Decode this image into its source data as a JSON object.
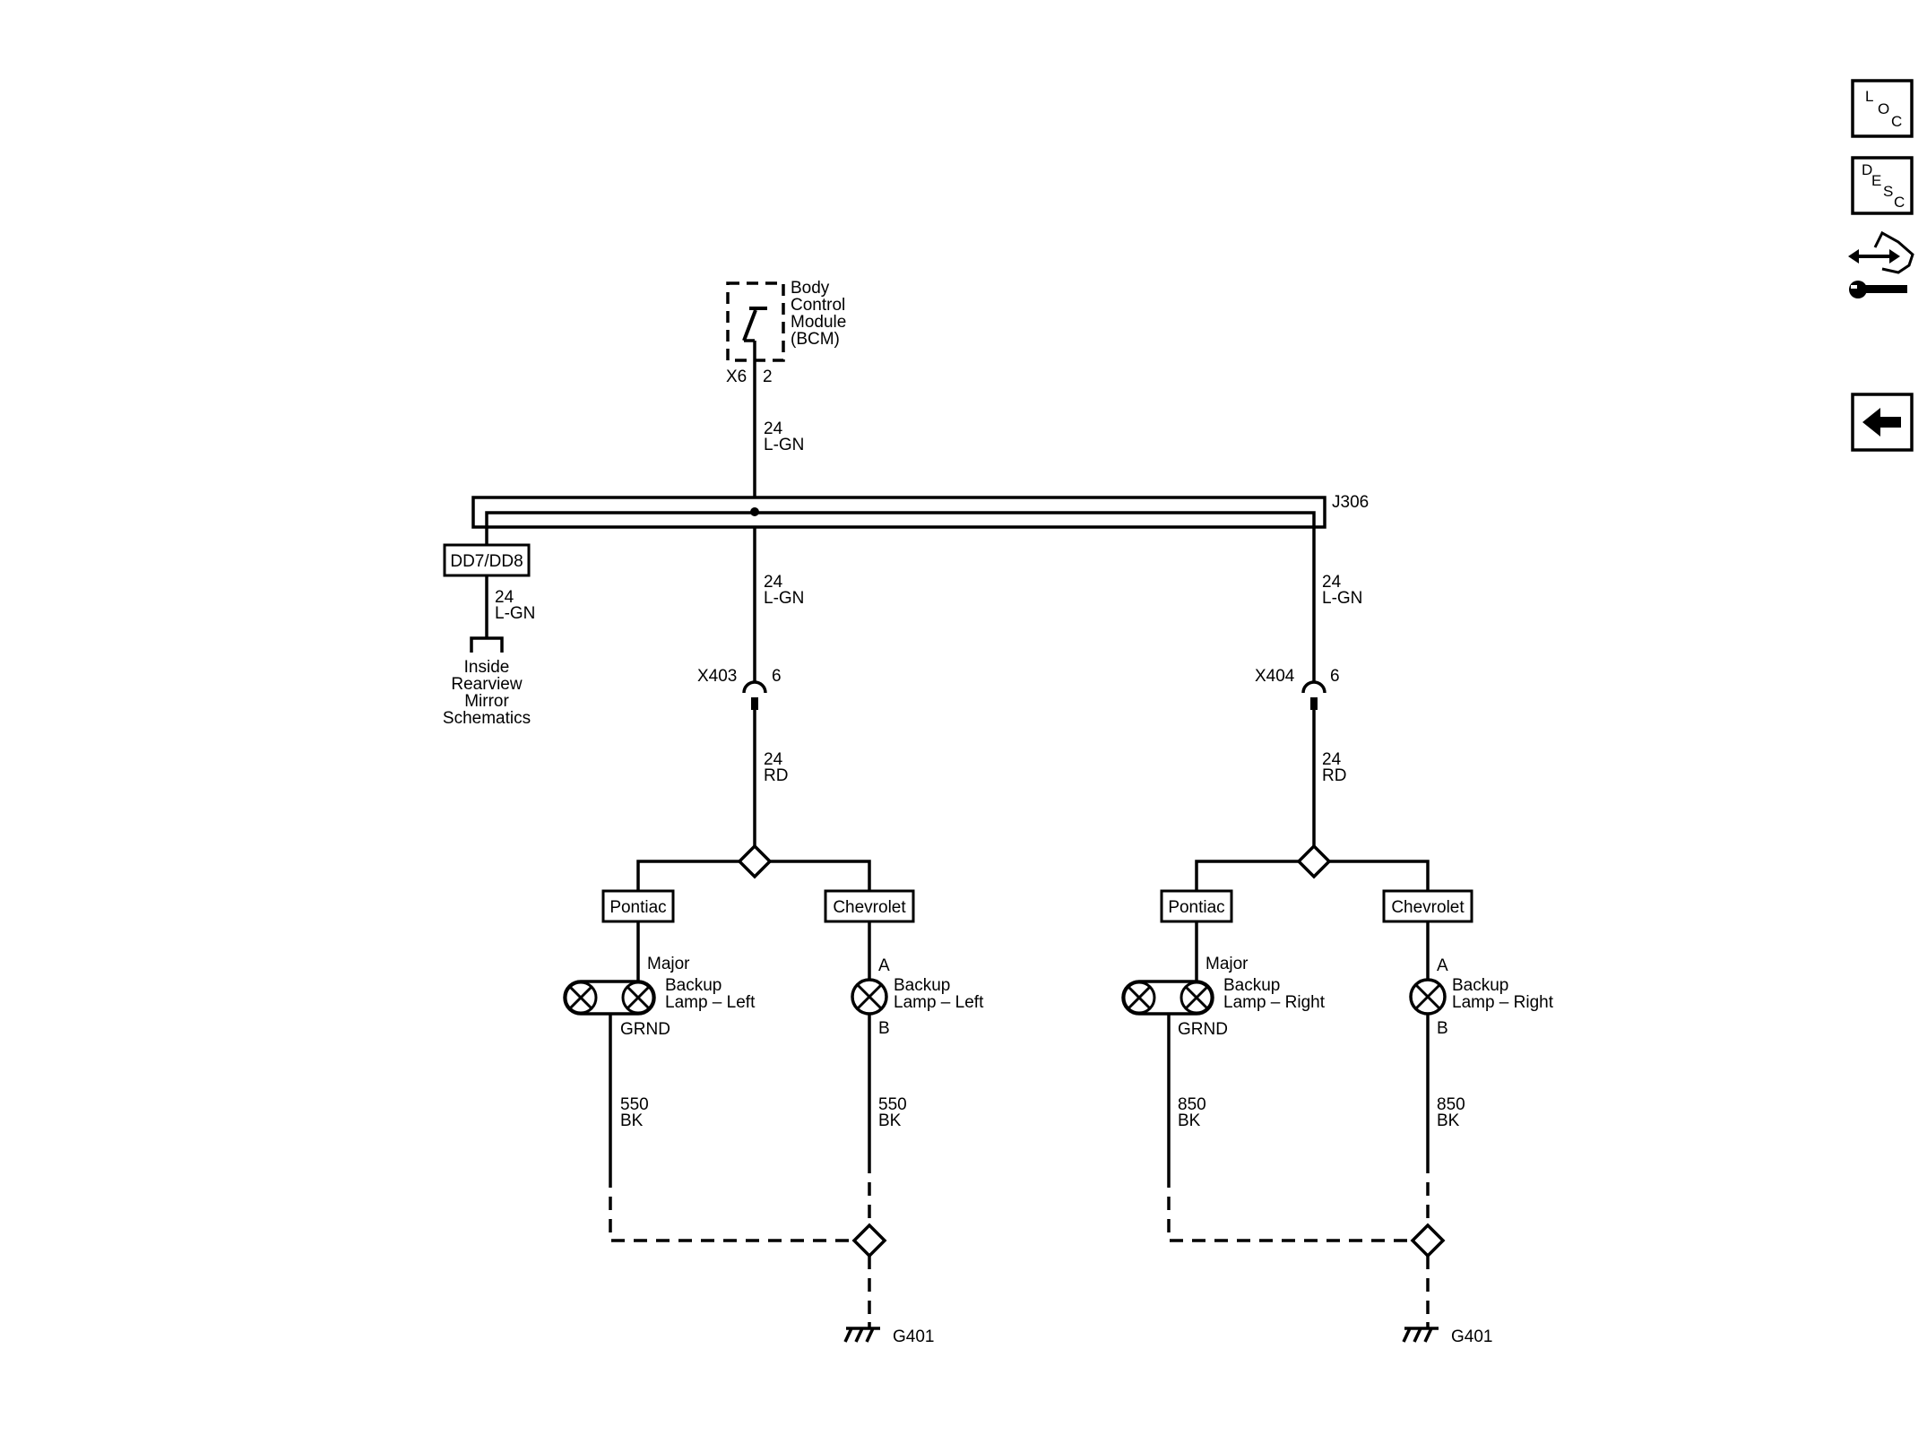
{
  "bcm": {
    "name_lines": [
      "Body",
      "Control",
      "Module",
      "(BCM)"
    ],
    "connector": "X6",
    "pin": "2"
  },
  "wires": {
    "bcm_out": {
      "gauge": "24",
      "color": "L-GN"
    },
    "mirror_feed": {
      "gauge": "24",
      "color": "L-GN"
    },
    "left_feed": {
      "gauge": "24",
      "color": "L-GN"
    },
    "right_feed": {
      "gauge": "24",
      "color": "L-GN"
    },
    "left_out": {
      "gauge": "24",
      "color": "RD"
    },
    "right_out": {
      "gauge": "24",
      "color": "RD"
    },
    "left_major_gnd": {
      "gauge": "550",
      "color": "BK"
    },
    "left_chev_gnd": {
      "gauge": "550",
      "color": "BK"
    },
    "right_major_gnd": {
      "gauge": "850",
      "color": "BK"
    },
    "right_chev_gnd": {
      "gauge": "850",
      "color": "BK"
    }
  },
  "splice": {
    "name": "J306"
  },
  "option_box": "DD7/DD8",
  "mirror_ref_lines": [
    "Inside",
    "Rearview",
    "Mirror",
    "Schematics"
  ],
  "connectors": {
    "left": {
      "name": "X403",
      "pin": "6"
    },
    "right": {
      "name": "X404",
      "pin": "6"
    }
  },
  "variants": {
    "left_a": "Pontiac",
    "left_b": "Chevrolet",
    "right_a": "Pontiac",
    "right_b": "Chevrolet"
  },
  "lamps": {
    "left_major": {
      "top": "Major",
      "name_lines": [
        "Backup",
        "Lamp – Left"
      ],
      "bottom": "GRND"
    },
    "left_chev": {
      "top": "A",
      "name_lines": [
        "Backup",
        "Lamp – Left"
      ],
      "bottom": "B"
    },
    "right_major": {
      "top": "Major",
      "name_lines": [
        "Backup",
        "Lamp – Right"
      ],
      "bottom": "GRND"
    },
    "right_chev": {
      "top": "A",
      "name_lines": [
        "Backup",
        "Lamp – Right"
      ],
      "bottom": "B"
    }
  },
  "grounds": {
    "left": "G401",
    "right": "G401"
  },
  "nav": {
    "loc": [
      "L",
      "O",
      "C"
    ],
    "desc": [
      "D",
      "E",
      "S",
      "C"
    ],
    "connector_icon": "connector-wrench-icon",
    "back_icon": "back-arrow-icon"
  }
}
